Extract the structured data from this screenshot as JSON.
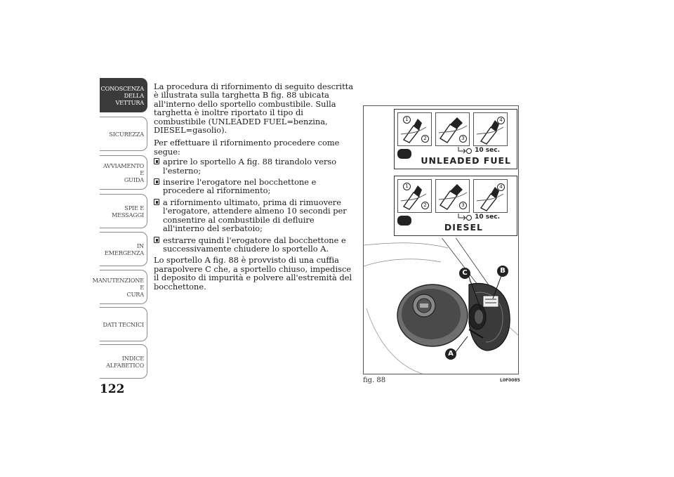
{
  "sidebar": {
    "tabs": [
      {
        "label": "CONOSCENZA\nDELLA VETTURA",
        "active": true
      },
      {
        "label": "SICUREZZA",
        "active": false
      },
      {
        "label": "AVVIAMENTO E\nGUIDA",
        "active": false
      },
      {
        "label": "SPIE E MESSAGGI",
        "active": false
      },
      {
        "label": "IN EMERGENZA",
        "active": false
      },
      {
        "label": "MANUTENZIONE E\nCURA",
        "active": false
      },
      {
        "label": "DATI TECNICI",
        "active": false
      },
      {
        "label": "INDICE\nALFABETICO",
        "active": false
      }
    ],
    "page_number": "122"
  },
  "content": {
    "intro": "La procedura di rifornimento di seguito descritta è illustrata sulla targhetta B fig. 88 ubicata all'interno dello sportello combustibile. Sulla targhetta è inoltre riportato il tipo di combustibile (UNLEADED FUEL=benzina, DIESEL=gasolio).",
    "lead": "Per effettuare il rifornimento procedere come segue:",
    "steps": [
      "aprire lo sportello A fig. 88 tirandolo verso l'esterno;",
      "inserire l'erogatore nel bocchettone e procedere al rifornimento;",
      "a rifornimento ultimato, prima di rimuovere l'erogatore, attendere almeno 10 secondi per consentire al combustibile di defluire all'interno del serbatoio;",
      "estrarre quindi l'erogatore dal bocchettone e successivamente chiudere lo sportello A."
    ],
    "closing": "Lo sportello A fig. 88 è provvisto di una cuffia parapolvere C che, a sportello chiuso, impedisce il deposito di impurità e polvere all'estremità del bocchettone."
  },
  "figure": {
    "caption": "fig. 88",
    "code": "L0F0085",
    "panels": [
      {
        "fuel": "UNLEADED FUEL",
        "timer": "10 sec."
      },
      {
        "fuel": "DIESEL",
        "timer": "10 sec."
      }
    ],
    "step_numbers": [
      "1",
      "2",
      "3",
      "4"
    ],
    "callouts": [
      "A",
      "B",
      "C"
    ]
  }
}
